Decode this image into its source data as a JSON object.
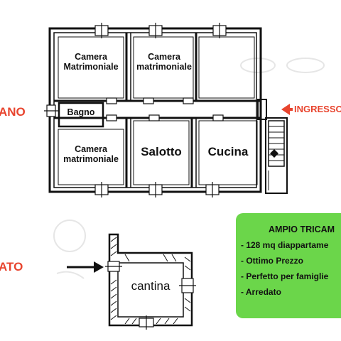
{
  "colors": {
    "wall": "#111111",
    "floor_label": "#e8442e",
    "promo_bg": "#6bd64a"
  },
  "floors": {
    "upper_label": "ANO",
    "lower_label": "ATO"
  },
  "entrance": {
    "label": "INGRESSO",
    "icon": "arrow-left-icon"
  },
  "rooms": {
    "bedroom_top_left": "Camera\nMatrimoniale",
    "bedroom_top_right": "Camera\nmatrimoniale",
    "bathroom": "Bagno",
    "bedroom_bottom_left": "Camera\nmatrimoniale",
    "living_room": "Salotto",
    "kitchen": "Cucina",
    "cellar": "cantina"
  },
  "promo": {
    "title": "AMPIO TRICAM",
    "features": [
      "- 128 mq diappartame",
      "- Ottimo Prezzo",
      "- Perfetto per famiglie",
      "- Arredato"
    ]
  }
}
